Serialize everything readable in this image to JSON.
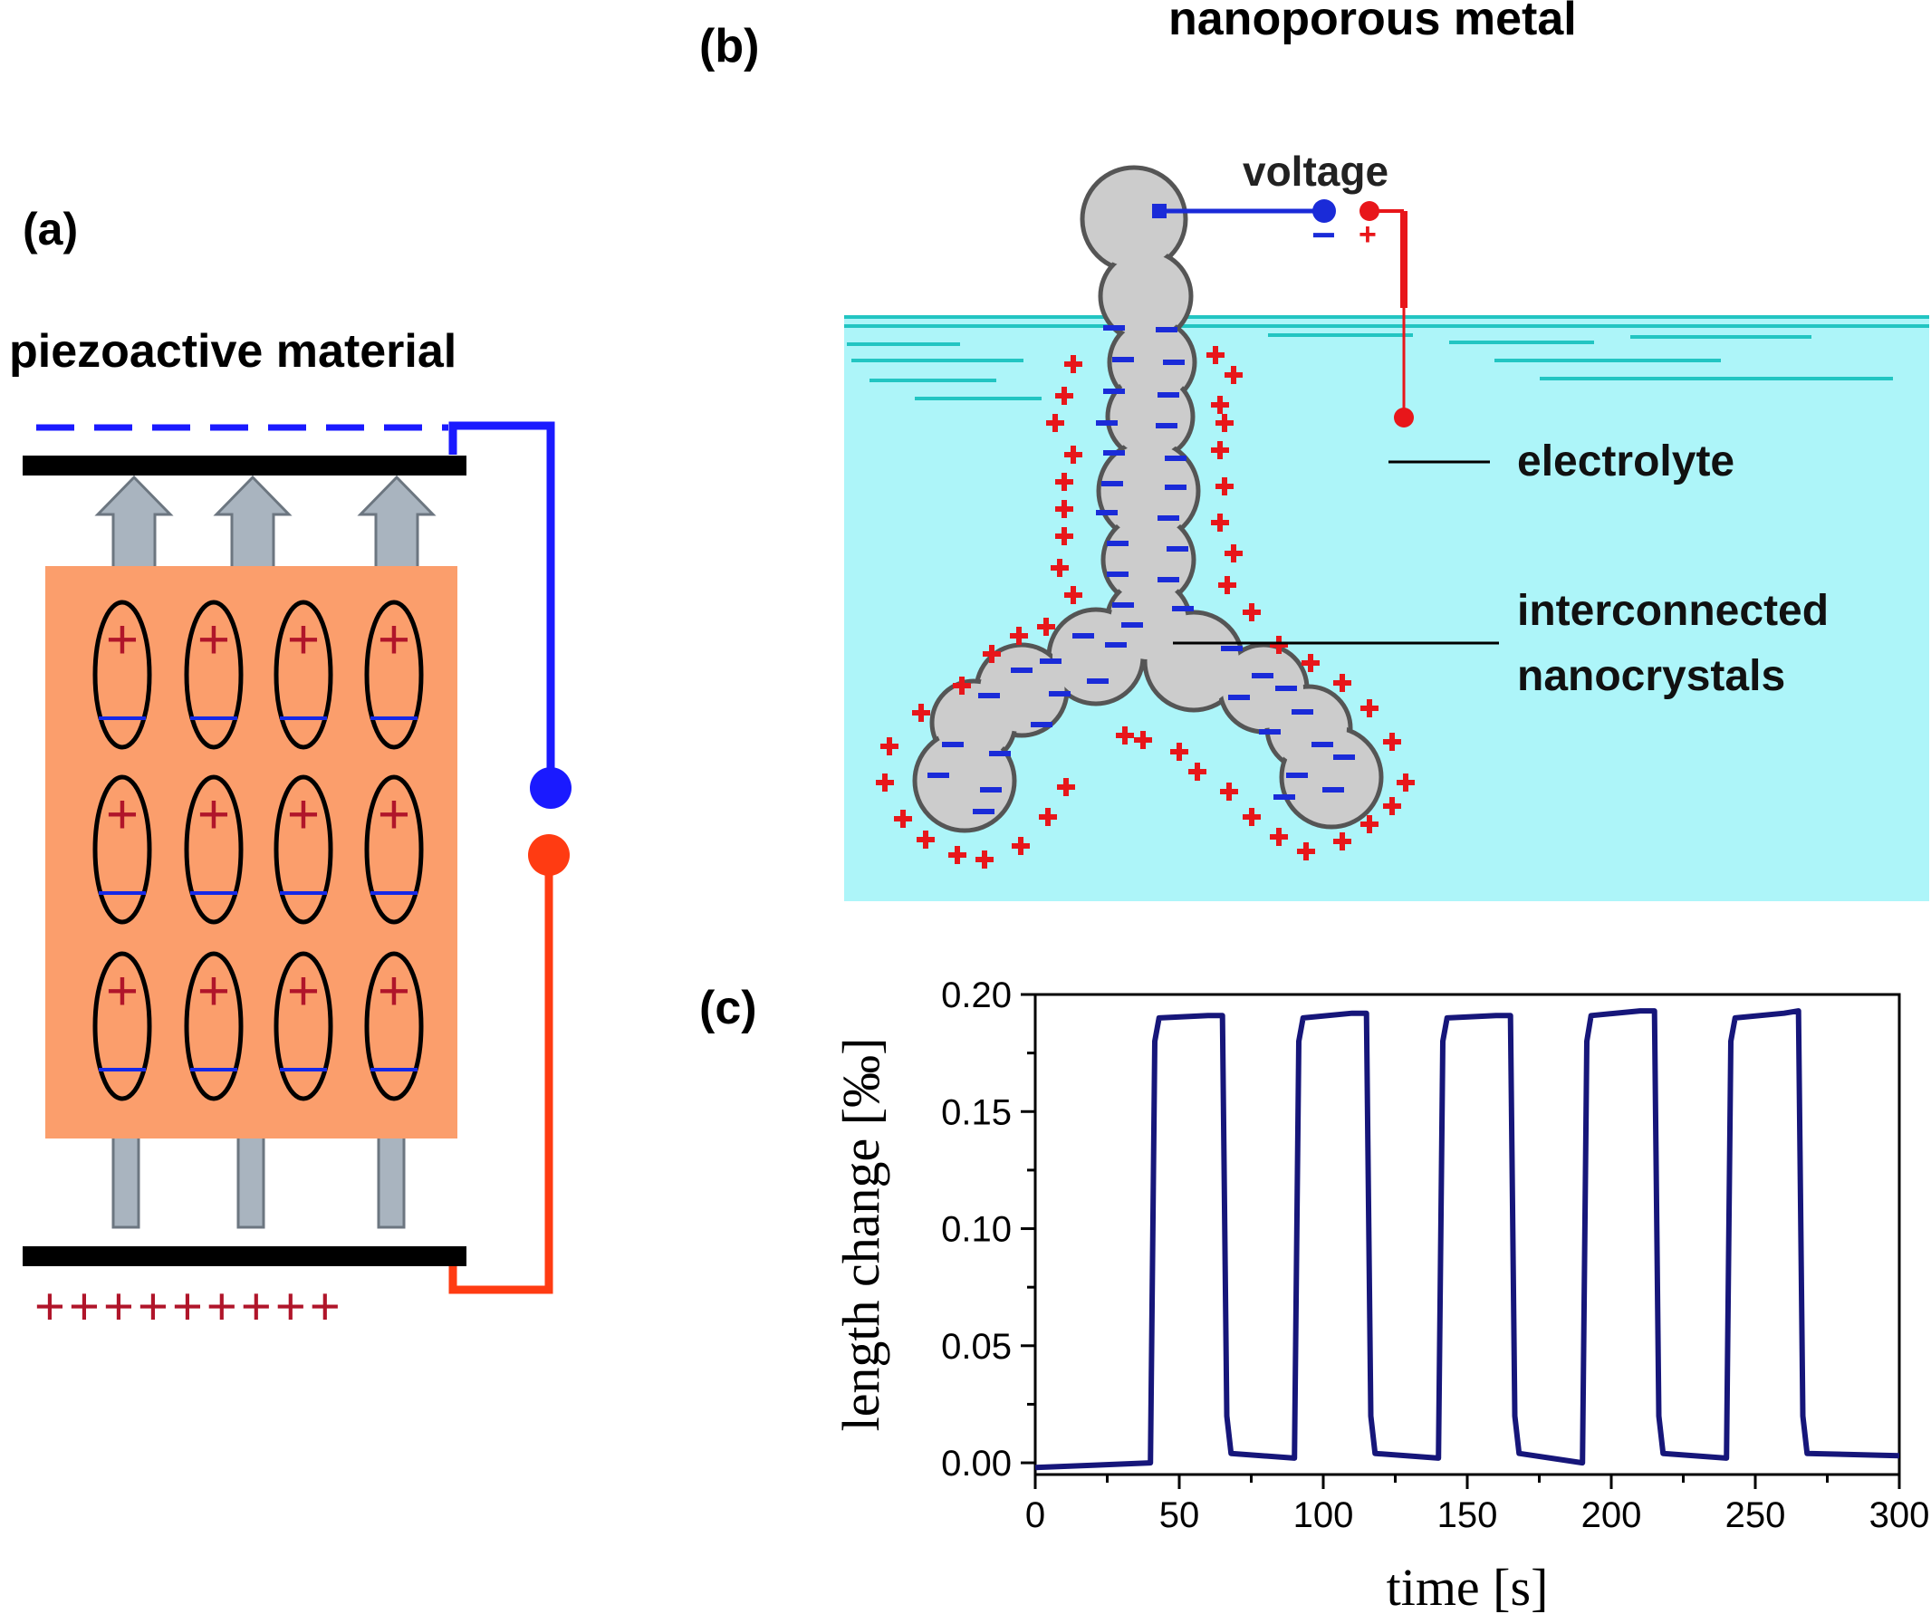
{
  "panel_a": {
    "label": "(a)",
    "title": "piezoactive material",
    "plus_glyph": "+",
    "plus_row": "+ + + + + + + + +",
    "colors": {
      "body": "#fb9e6c",
      "ellipse_line": "#000000",
      "plus": "#b0152a",
      "minus": "#1428e8",
      "wire_neg": "#1a1aff",
      "wire_pos": "#ff3b12",
      "arrow": "#a9b4bf"
    }
  },
  "panel_b": {
    "label": "(b)",
    "title": "nanoporous metal",
    "voltage_label": "voltage",
    "electrolyte_label": "electrolyte",
    "nano_label_1": "interconnected",
    "nano_label_2": "nanocrystals",
    "minus_glyph": "−",
    "plus_glyph": "+",
    "colors": {
      "electrolyte": "#adf5f9",
      "metal": "#cccccc",
      "surface": "#22c5c2",
      "neg": "#1a2bd8",
      "pos": "#e8161a"
    }
  },
  "panel_c": {
    "label": "(c)",
    "chart_data": {
      "type": "line",
      "title": "",
      "xlabel": "time   [s]",
      "ylabel": "length change  [‰]",
      "xlim": [
        0,
        300
      ],
      "ylim": [
        -0.005,
        0.2
      ],
      "xticks": [
        "0",
        "50",
        "100",
        "150",
        "200",
        "250",
        "300"
      ],
      "yticks": [
        "0.00",
        "0.05",
        "0.10",
        "0.15",
        "0.20"
      ],
      "series": [
        {
          "color": "#16167a",
          "x": [
            0,
            20,
            40,
            41.5,
            43,
            60,
            65,
            66.5,
            68,
            90,
            91.5,
            93,
            110,
            115,
            116.5,
            118,
            140,
            141.5,
            143,
            160,
            165,
            166.5,
            168,
            190,
            191.5,
            193,
            210,
            215,
            216.5,
            218,
            240,
            241.5,
            243,
            260,
            265,
            266.5,
            268,
            300
          ],
          "y": [
            -0.002,
            -0.001,
            0.0,
            0.18,
            0.19,
            0.191,
            0.191,
            0.02,
            0.004,
            0.002,
            0.18,
            0.19,
            0.192,
            0.192,
            0.02,
            0.004,
            0.002,
            0.18,
            0.19,
            0.191,
            0.191,
            0.02,
            0.004,
            0.0,
            0.18,
            0.191,
            0.193,
            0.193,
            0.02,
            0.004,
            0.002,
            0.18,
            0.19,
            0.192,
            0.193,
            0.02,
            0.004,
            0.003
          ]
        }
      ]
    }
  }
}
